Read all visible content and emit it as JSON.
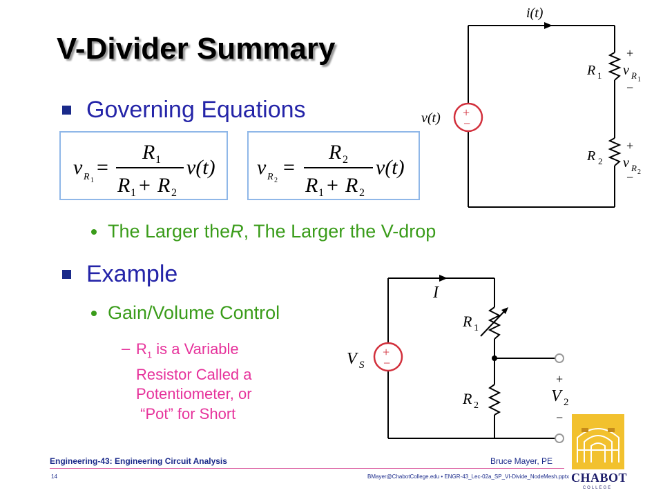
{
  "slide": {
    "title": "V-Divider Summary"
  },
  "bullets": {
    "governing": "Governing Equations",
    "larger_pre": "The Larger the ",
    "larger_r": "R",
    "larger_post": ", The Larger the V-drop",
    "example": "Example",
    "gain": "Gain/Volume Control"
  },
  "sub_bullet": {
    "dash": "–",
    "r": "R",
    "r_sub": "1",
    "line1_rest": " is a Variable",
    "line2": "Resistor Called a",
    "line3": "Potentiometer, or",
    "line4": " “Pot” for Short"
  },
  "equations": {
    "eq1": {
      "lhs_v": "v",
      "lhs_sub_r": "R",
      "lhs_sub_n": "1",
      "equals": "=",
      "num_r": "R",
      "num_n": "1",
      "den_r1": "R",
      "den_n1": "1",
      "plus": "+",
      "den_r2": "R",
      "den_n2": "2",
      "vt": "v(t)"
    },
    "eq2": {
      "lhs_v": "v",
      "lhs_sub_r": "R",
      "lhs_sub_n": "2",
      "equals": "=",
      "num_r": "R",
      "num_n": "2",
      "den_r1": "R",
      "den_n1": "1",
      "plus": "+",
      "den_r2": "R",
      "den_n2": "2",
      "vt": "v(t)"
    }
  },
  "circuit1": {
    "current": "i(t)",
    "source": "v(t)",
    "r1": "R",
    "r1_n": "1",
    "r2": "R",
    "r2_n": "2",
    "v_r1": "v",
    "v_r1_sub": "R",
    "v_r1_n": "1",
    "v_r2": "v",
    "v_r2_sub": "R",
    "v_r2_n": "2",
    "plus": "+",
    "minus": "−"
  },
  "circuit2": {
    "current": "I",
    "source_v": "V",
    "source_sub": "S",
    "r1": "R",
    "r1_n": "1",
    "r2": "R",
    "r2_n": "2",
    "out_v": "V",
    "out_n": "2",
    "plus": "+",
    "minus": "−"
  },
  "footer": {
    "course": "Engineering-43: Engineering Circuit Analysis",
    "author": "Bruce Mayer, PE",
    "page": "14",
    "file": "BMayer@ChabotCollege.edu  •  ENGR-43_Lec-02a_SP_VI-Divide_NodeMesh.pptx"
  },
  "logo": {
    "name": "CHABOT",
    "sub": "COLLEGE"
  },
  "colors": {
    "title": "#000000",
    "level1": "#2424a8",
    "level2": "#3a9c1a",
    "level3": "#e6329b",
    "source_circle": "#d2303c",
    "eq_border": "#8fb7e8"
  }
}
